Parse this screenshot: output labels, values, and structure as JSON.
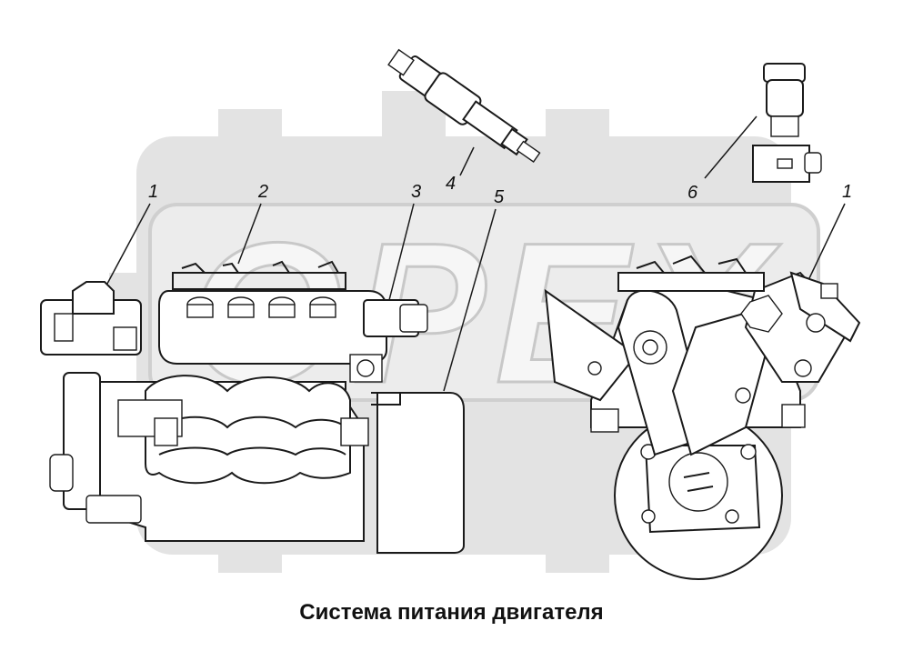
{
  "watermark": {
    "text": "OPEX",
    "color": "#d9d9d9"
  },
  "callouts": [
    {
      "id": "c1-left",
      "text": "1"
    },
    {
      "id": "c2",
      "text": "2"
    },
    {
      "id": "c3",
      "text": "3"
    },
    {
      "id": "c4",
      "text": "4"
    },
    {
      "id": "c5",
      "text": "5"
    },
    {
      "id": "c6",
      "text": "6"
    },
    {
      "id": "c1-right",
      "text": "1"
    }
  ],
  "caption": "Система питания двигателя",
  "colors": {
    "line": "#1a1a1a",
    "background": "#ffffff",
    "watermark": "#d9d9d9"
  }
}
